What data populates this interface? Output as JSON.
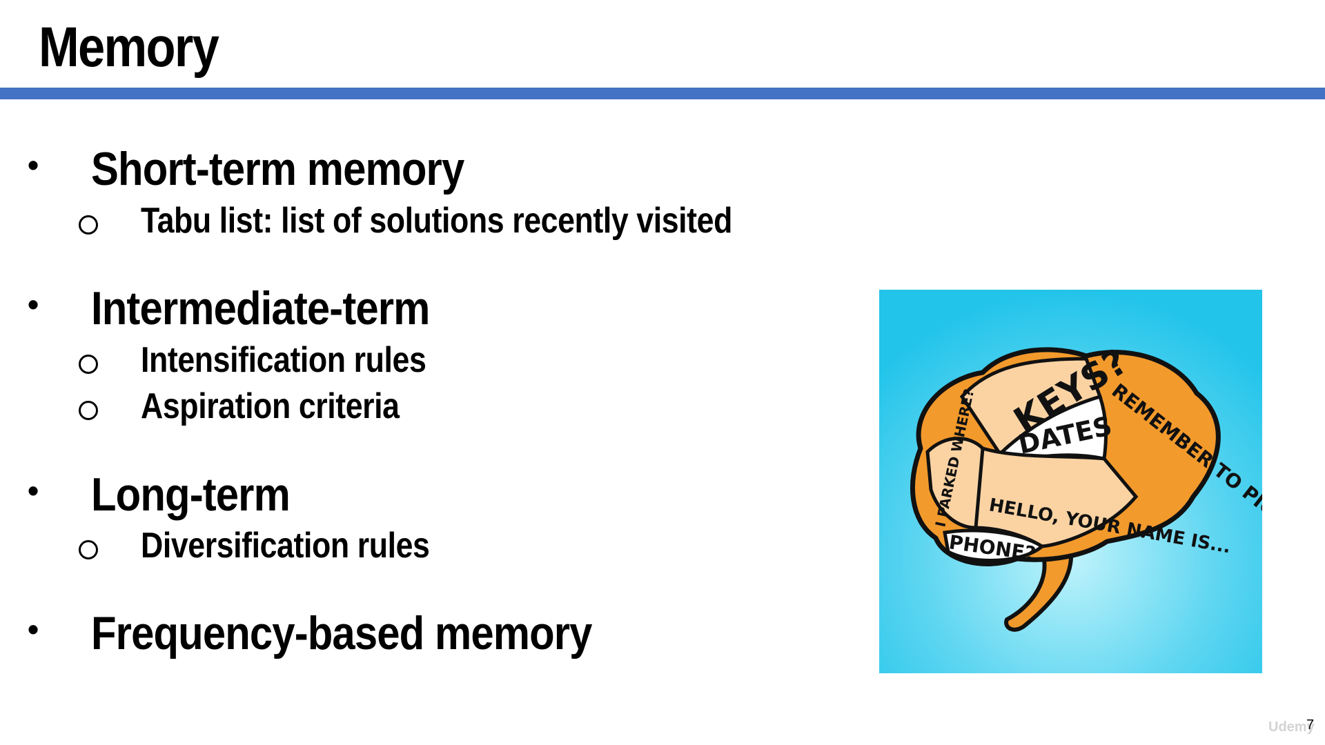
{
  "slide": {
    "title": "Memory",
    "accent_color": "#4472c4",
    "page_number": "7",
    "watermark": "Udemy"
  },
  "bullets": [
    {
      "text": "Short-term memory",
      "subitems": [
        "Tabu list: list of solutions recently visited"
      ]
    },
    {
      "text": "Intermediate-term",
      "subitems": [
        "Intensification rules",
        "Aspiration criteria"
      ]
    },
    {
      "text": "Long-term",
      "subitems": [
        "Diversification rules"
      ]
    },
    {
      "text": "Frequency-based memory",
      "subitems": []
    }
  ],
  "image": {
    "labels": [
      "KEYS?",
      "REMEMBER TO PICK UP...",
      "DATES",
      "I PARKED WHERE?",
      "HELLO, YOUR NAME IS...",
      "PHONE?"
    ]
  }
}
